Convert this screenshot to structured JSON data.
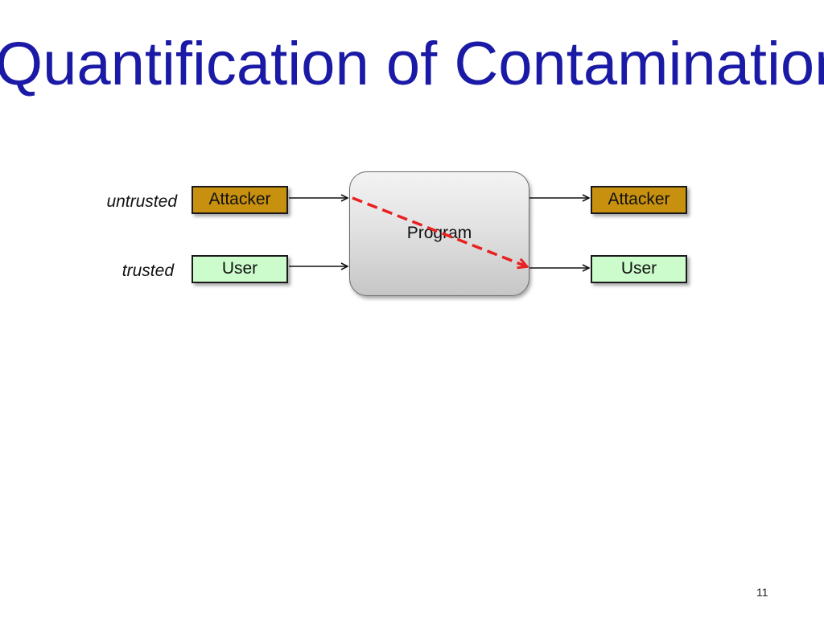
{
  "slide": {
    "title": "Quantification of Contamination",
    "page_number": "11"
  },
  "rows": {
    "untrusted_label": "untrusted",
    "trusted_label": "trusted"
  },
  "inputs": {
    "attacker": "Attacker",
    "user": "User"
  },
  "program": {
    "label": "Program"
  },
  "outputs": {
    "attacker": "Attacker",
    "user": "User"
  },
  "colors": {
    "title": "#1a1aa6",
    "attacker_fill": "#c8900f",
    "user_fill": "#ccfccc",
    "contamination_arrow": "#e8201f"
  }
}
